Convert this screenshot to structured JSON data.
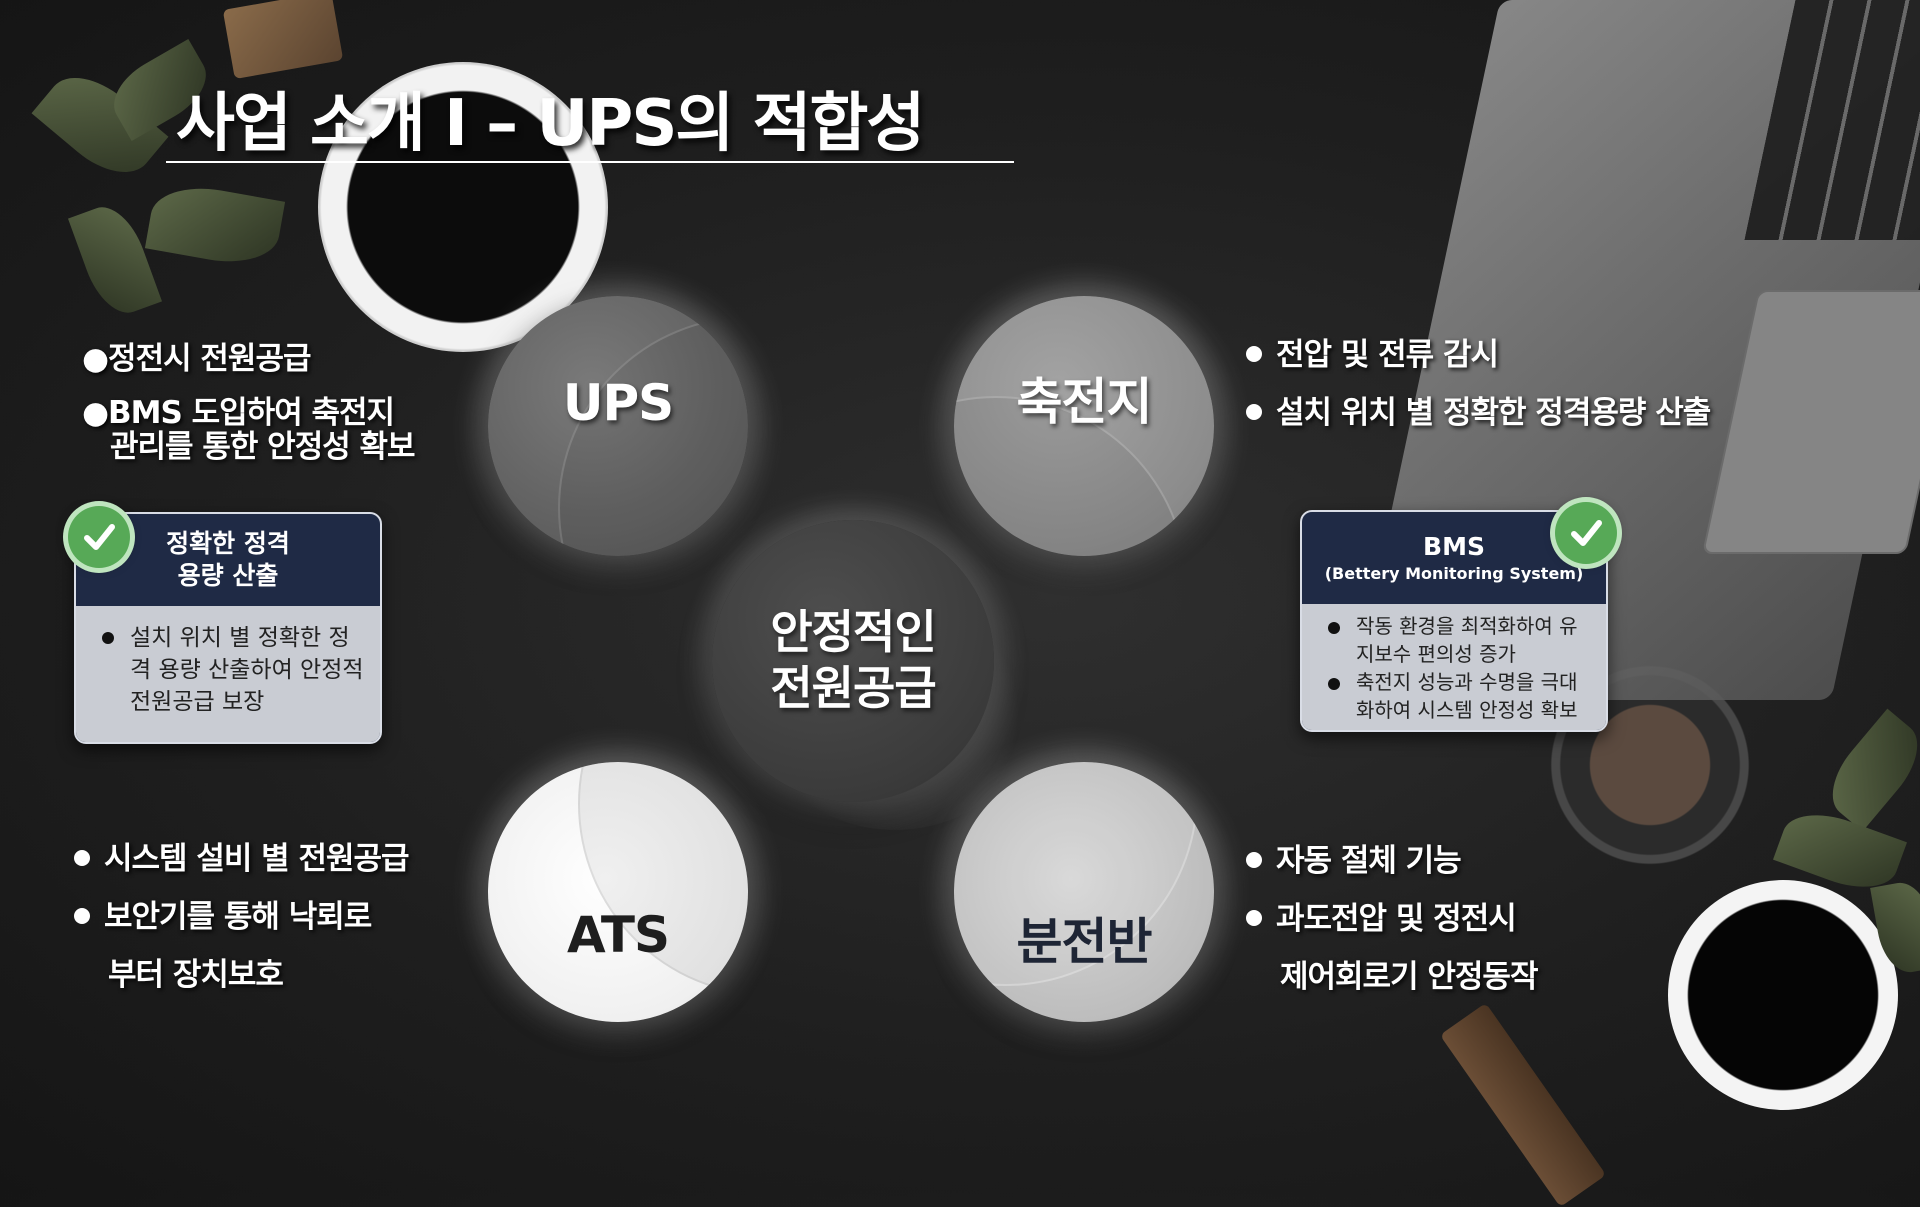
{
  "title": "사업 소개 Ⅰ – UPS의 적합성",
  "center": {
    "line1": "안정적인",
    "line2": "전원공급"
  },
  "circles": {
    "ups": "UPS",
    "battery": "축전지",
    "ats": "ATS",
    "distribution": "분전반"
  },
  "ups_points": {
    "item1": "●정전시 전원공급",
    "item2_line1": "●BMS 도입하여 축전지",
    "item2_line2": "관리를 통한 안정성 확보"
  },
  "battery_points": {
    "item1": "전압 및 전류 감시",
    "item2": "설치 위치 별 정확한 정격용량 산출"
  },
  "ats_points": {
    "item1": "시스템 설비 별 전원공급",
    "item2_line1": "보안기를 통해 낙뢰로",
    "item2_line2": "부터 장치보호"
  },
  "distribution_points": {
    "item1": "자동 절체 기능",
    "item2_line1": "과도전압 및 정전시",
    "item2_line2": "제어회로기 안정동작"
  },
  "card_left": {
    "title_line1": "정확한 정격",
    "title_line2": "용량 산출",
    "bullets": [
      "설치 위치 별 정확한 정격 용량 산출하여 안정적 전원공급 보장"
    ]
  },
  "card_right": {
    "title": "BMS",
    "subtitle": "(Bettery Monitoring System)",
    "bullets": [
      "작동 환경을 최적화하여 유지보수 편의성 증가",
      "축전지 성능과 수명을 극대화하여 시스템 안정성 확보"
    ]
  },
  "icons": {
    "check": "check-circle-icon"
  },
  "colors": {
    "card_header": "#1f2a45",
    "card_body": "#c9ccd3",
    "check_green": "#57a957"
  }
}
